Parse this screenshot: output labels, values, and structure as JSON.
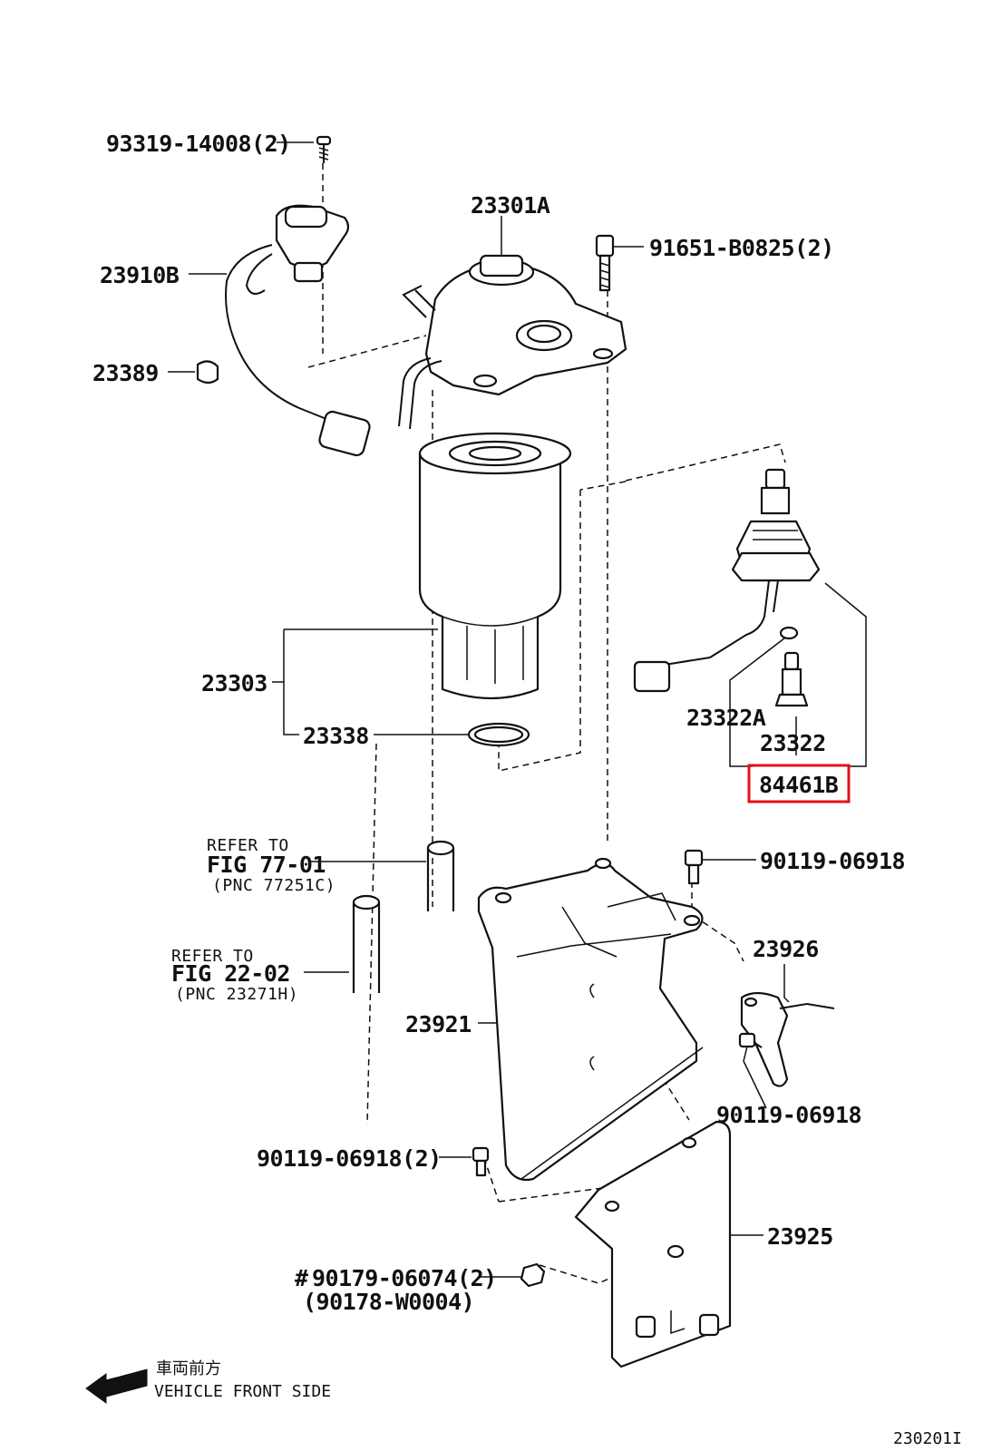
{
  "labels": {
    "p93319": "93319-14008(2)",
    "p23301A": "23301A",
    "p91651": "91651-B0825(2)",
    "p23910B": "23910B",
    "p23389": "23389",
    "p23303": "23303",
    "p23338": "23338",
    "p23322A": "23322A",
    "p23322": "23322",
    "p84461B": "84461B",
    "p90119_top": "90119-06918",
    "p23926": "23926",
    "p23921": "23921",
    "p90119_mid": "90119-06918",
    "p90119_left": "90119-06918(2)",
    "p23925": "23925",
    "p90179": "90179-06074(2)",
    "p90178": "(90178-W0004)",
    "p90179_mark": "#"
  },
  "refs": {
    "ref1": {
      "line1": "REFER TO",
      "line2": "FIG 77-01",
      "line3": "(PNC 77251C)"
    },
    "ref2": {
      "line1": "REFER TO",
      "line2": "FIG 22-02",
      "line3": "(PNC 23271H)"
    }
  },
  "direction": {
    "jp": "車両前方",
    "en": "VEHICLE FRONT SIDE"
  },
  "figure_id": "230201I",
  "highlight_color": "#e0121a"
}
